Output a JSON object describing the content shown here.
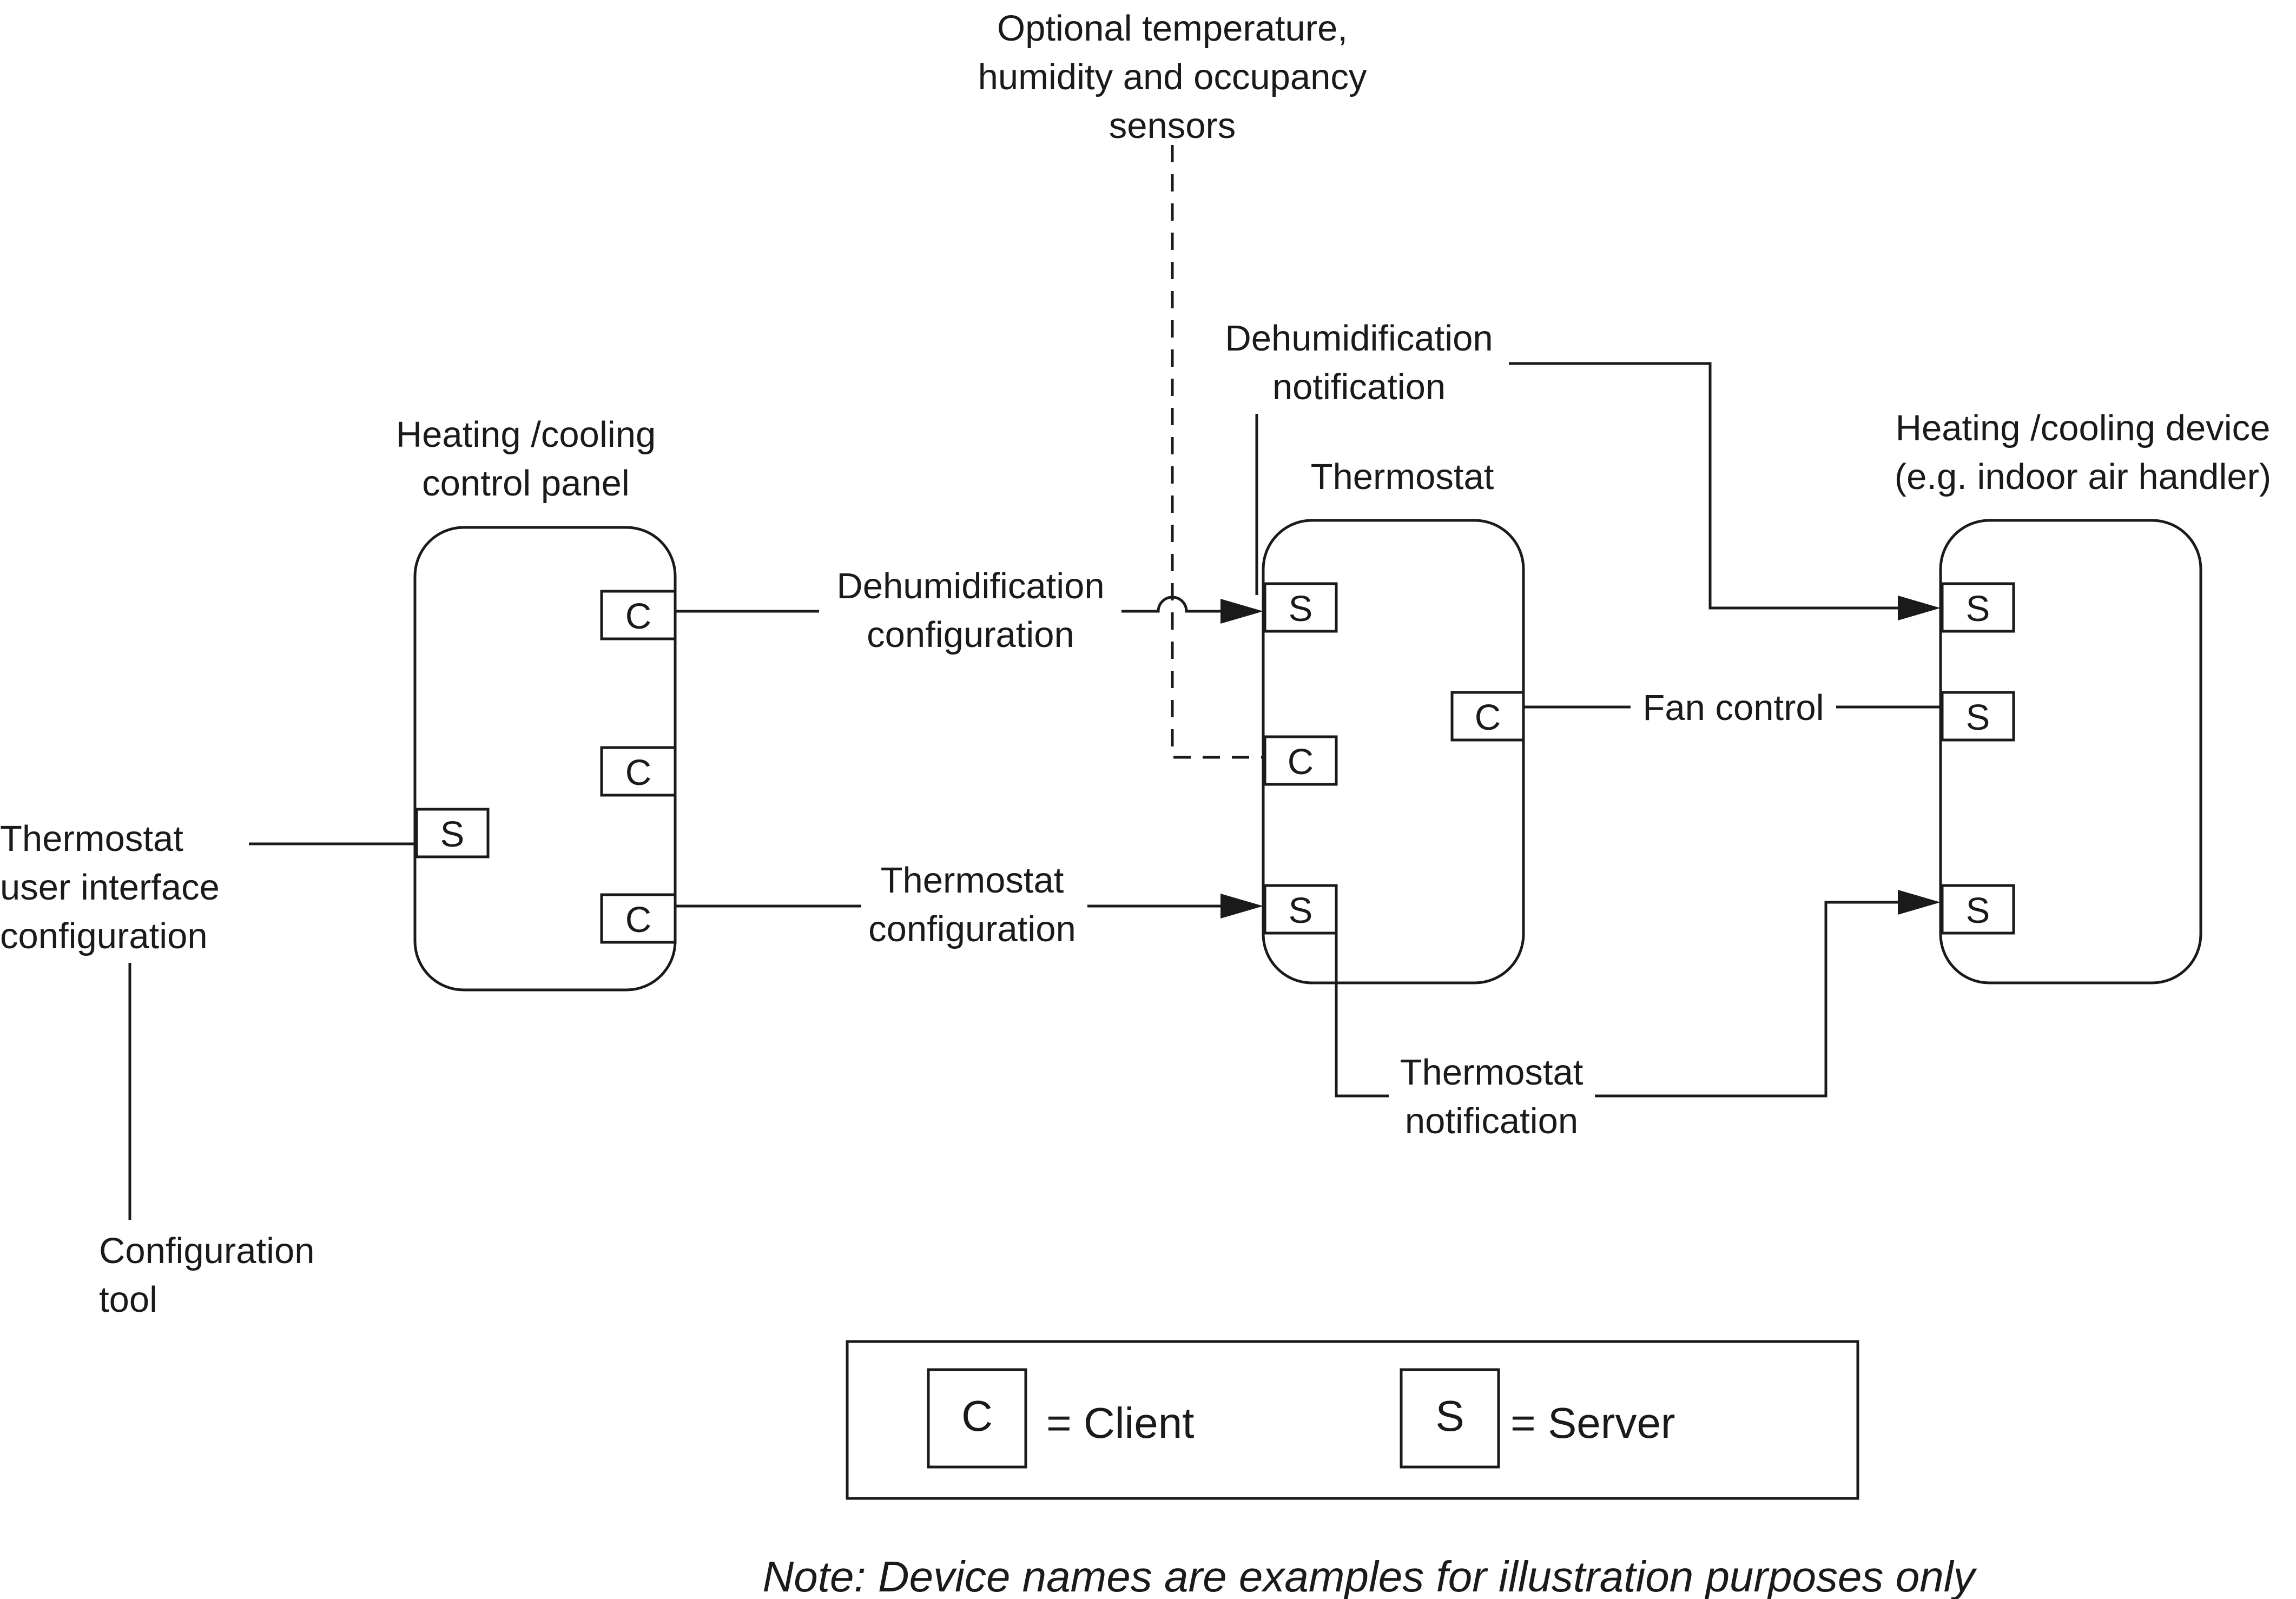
{
  "diagram": {
    "sensors_label": [
      "Optional temperature,",
      "humidity and occupancy",
      "sensors"
    ],
    "control_panel_label": [
      "Heating /cooling",
      "control panel"
    ],
    "thermostat_label": "Thermostat",
    "device_label": [
      "Heating /cooling device",
      "(e.g. indoor air handler)"
    ],
    "ui_config_label": [
      "Thermostat",
      "user interface",
      "configuration"
    ],
    "config_tool_label": [
      "Configuration",
      "tool"
    ],
    "dehum_notification_label": [
      "Dehumidification",
      "notification"
    ],
    "dehum_config_label": [
      "Dehumidification",
      "configuration"
    ],
    "thermostat_config_label": [
      "Thermostat",
      "configuration"
    ],
    "fan_control_label": "Fan control",
    "thermostat_notification_label": [
      "Thermostat",
      "notification"
    ],
    "client_letter": "C",
    "server_letter": "S"
  },
  "legend": {
    "client_letter": "C",
    "client_text": "= Client",
    "server_letter": "S",
    "server_text": "= Server"
  },
  "note": "Note: Device names are examples for illustration purposes only"
}
